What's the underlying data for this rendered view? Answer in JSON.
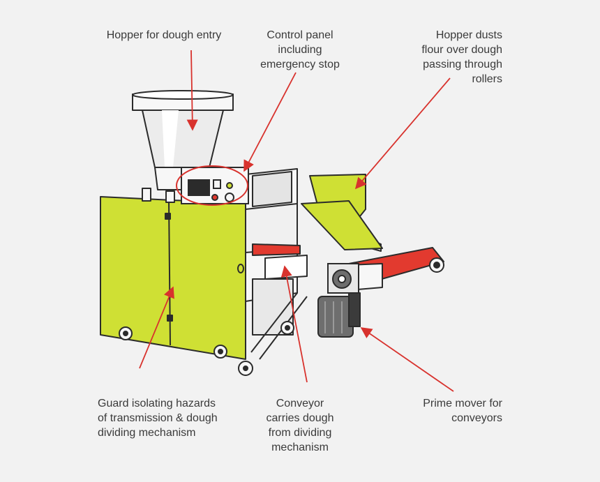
{
  "colors": {
    "background": "#f2f2f2",
    "machine_green": "#cfe034",
    "outline": "#2b2b2b",
    "conveyor_red": "#e23a2f",
    "leader_red": "#d8322d",
    "hopper_white": "#f7f7f7",
    "motor_grey": "#6e6e6e"
  },
  "icons": {
    "hopper": "funnel-hopper-icon",
    "control_panel": "control-panel-icon",
    "motor": "electric-motor-icon",
    "gear": "gear-icon"
  },
  "labels": {
    "hopper_entry": "Hopper for dough entry",
    "control_panel": "Control panel\nincluding\nemergency stop",
    "flour_hopper": "Hopper dusts\nflour over dough\npassing through\nrollers",
    "guard": "Guard isolating hazards\nof transmission & dough\ndividing mechanism",
    "conveyor": "Conveyor\ncarries dough\nfrom dividing\nmechanism",
    "prime_mover": "Prime mover for\nconveyors"
  }
}
